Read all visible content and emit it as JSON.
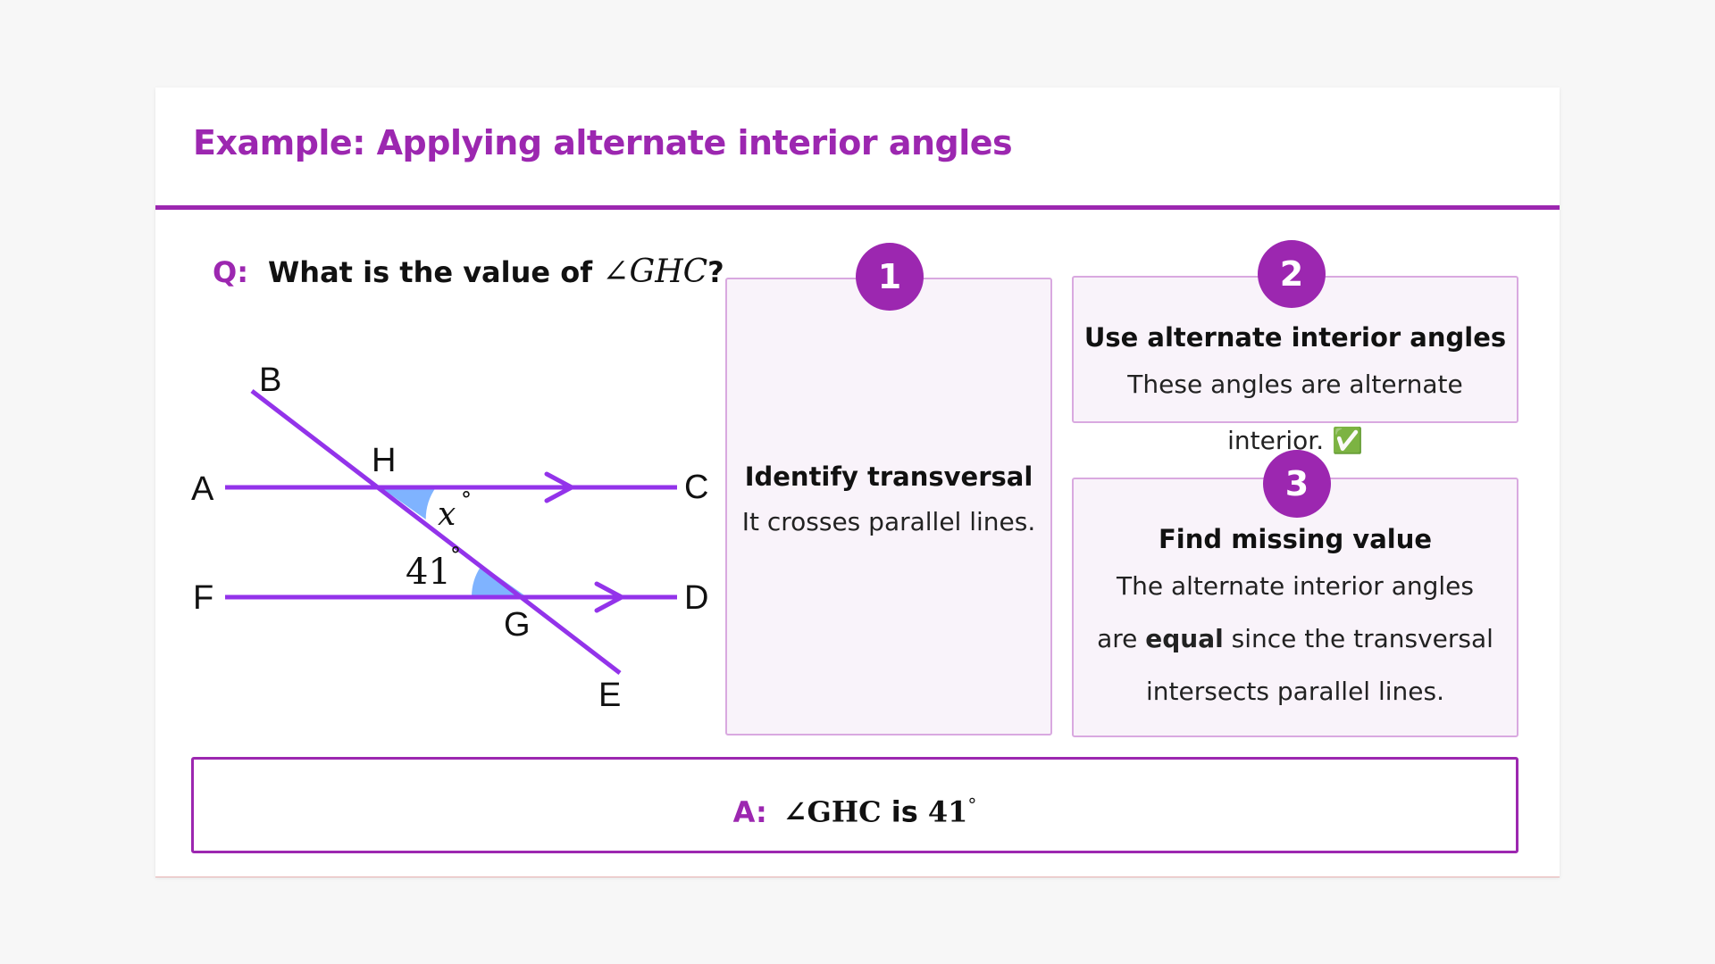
{
  "title": "Example: Applying alternate interior angles",
  "question": {
    "prefix": "Q:",
    "text": "What is the value of",
    "angle": "∠GHC",
    "suffix": "?"
  },
  "diagram": {
    "points": [
      "A",
      "B",
      "C",
      "D",
      "E",
      "F",
      "G",
      "H"
    ],
    "angle_x": "x",
    "angle_x_unit": "°",
    "angle_given": "41",
    "angle_given_unit": "°",
    "line_color": "#9333ea",
    "angle_fill": "#7fb3ff"
  },
  "steps": [
    {
      "number": "1",
      "title": "Identify transversal",
      "text": "It crosses parallel lines."
    },
    {
      "number": "2",
      "title": "Use alternate interior angles",
      "text_line1": "These angles are alternate",
      "text_line2": "interior. ✅"
    },
    {
      "number": "3",
      "title": "Find missing value",
      "text_line1": "The alternate interior angles",
      "text_line2_pre": "are",
      "text_line2_bold": "equal",
      "text_line2_post": "since the transversal",
      "text_line3": "intersects parallel lines."
    }
  ],
  "answer": {
    "prefix": "A:",
    "angle": "∠GHC",
    "is": "is",
    "value": "41",
    "unit": "°"
  },
  "colors": {
    "accent": "#9c27b0",
    "box_fill": "#f9f3fa",
    "box_border": "#d9a9e0"
  }
}
